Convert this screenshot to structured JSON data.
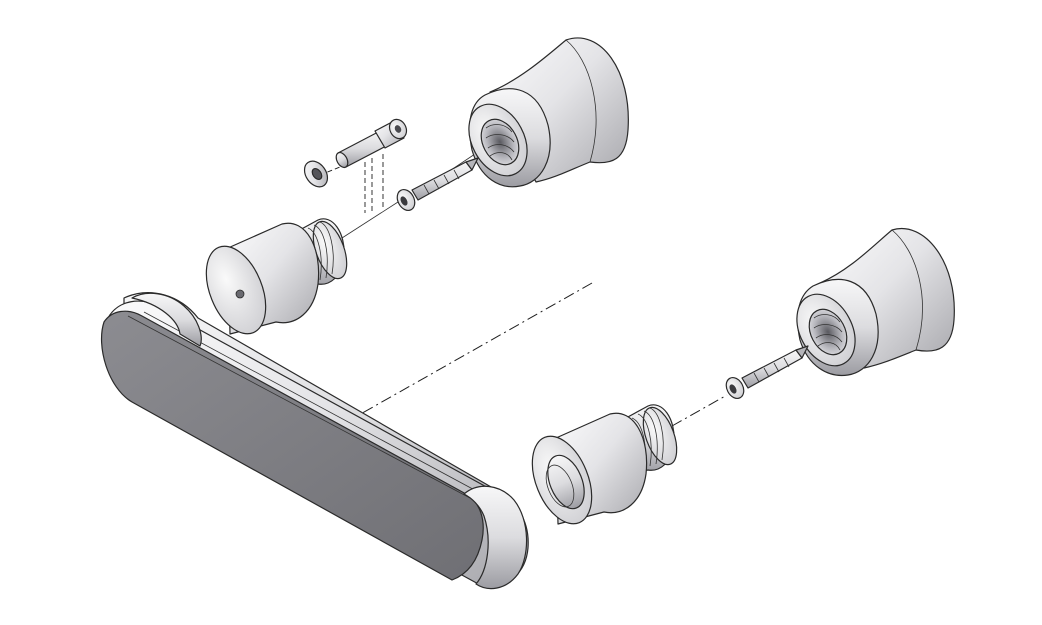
{
  "diagram": {
    "kind": "exploded-assembly-view",
    "background": "#ffffff",
    "colors": {
      "metal_light": "#f4f4f6",
      "metal_mid": "#c9c9cd",
      "metal_dark": "#8a8a90",
      "outline": "#2a2a2a",
      "handle_face": "#7d7d82"
    },
    "parts": [
      "handle-bar",
      "upper-mounting-post",
      "lower-mounting-post",
      "upper-threaded-bell",
      "lower-threaded-bell",
      "upper-screw",
      "lower-screw",
      "set-screw",
      "washer"
    ]
  }
}
